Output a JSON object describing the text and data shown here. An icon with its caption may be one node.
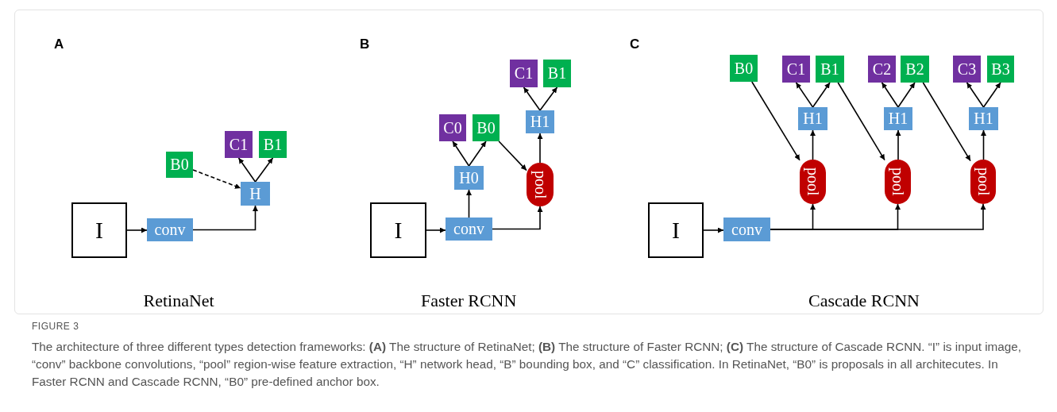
{
  "diagram": {
    "caption": "The architecture of three different types detection frameworks: **(A)** The structure of RetinaNet; **(B)** The structure of Faster RCNN; **(C)** The structure of Cascade RCNN. “I” is input image, “conv” backbone convolutions, “pool” region-wise feature extraction, “H” network head, “B” bounding box, and “C” classification. In RetinaNet, “B0” is proposals in all architecutes. In Faster RCNN and Cascade RCNN, “B0” pre-defined anchor box.",
    "nodes": [
      {
        "text": [
          "I"
        ]
      },
      {
        "text": [
          "conv"
        ]
      },
      {
        "text": [
          "B0"
        ]
      },
      {
        "text": [
          "H"
        ]
      },
      {
        "text": [
          "C1"
        ]
      },
      {
        "text": [
          "B1"
        ]
      },
      {
        "text": [
          "I"
        ]
      },
      {
        "text": [
          "conv"
        ]
      },
      {
        "text": [
          "H0"
        ]
      },
      {
        "text": [
          "C0"
        ]
      },
      {
        "text": [
          "B0"
        ]
      },
      {
        "text": [
          "pool"
        ]
      },
      {
        "text": [
          "H1"
        ]
      },
      {
        "text": [
          "C1"
        ]
      },
      {
        "text": [
          "B1"
        ]
      },
      {
        "text": [
          "I"
        ]
      },
      {
        "text": [
          "conv"
        ]
      },
      {
        "text": [
          "B0"
        ]
      },
      {
        "text": [
          "pool"
        ]
      },
      {
        "text": [
          "H1"
        ]
      },
      {
        "text": [
          "C1"
        ]
      },
      {
        "text": [
          "B1"
        ]
      },
      {
        "text": [
          "pool"
        ]
      },
      {
        "text": [
          "H1"
        ]
      },
      {
        "text": [
          "C2"
        ]
      },
      {
        "text": [
          "B2"
        ]
      },
      {
        "text": [
          "pool"
        ]
      },
      {
        "text": [
          "H1"
        ]
      },
      {
        "text": [
          "C3"
        ]
      },
      {
        "text": [
          "B3"
        ]
      }
    ],
    "edges": [
      {
        "from": 0,
        "to": 1,
        "arrow": "to"
      },
      {
        "from": 1,
        "to": 3,
        "arrow": "to"
      },
      {
        "from": 2,
        "to": 3,
        "arrow": "to",
        "style": "dashed"
      },
      {
        "from": 3,
        "to": 4,
        "arrow": "to"
      },
      {
        "from": 3,
        "to": 5,
        "arrow": "to"
      },
      {
        "from": 6,
        "to": 7,
        "arrow": "to"
      },
      {
        "from": 7,
        "to": 8,
        "arrow": "to"
      },
      {
        "from": 7,
        "to": 11,
        "arrow": "to"
      },
      {
        "from": 8,
        "to": 9,
        "arrow": "to"
      },
      {
        "from": 8,
        "to": 10,
        "arrow": "to"
      },
      {
        "from": 10,
        "to": 11,
        "arrow": "to"
      },
      {
        "from": 11,
        "to": 12,
        "arrow": "to"
      },
      {
        "from": 12,
        "to": 13,
        "arrow": "to"
      },
      {
        "from": 12,
        "to": 14,
        "arrow": "to"
      },
      {
        "from": 15,
        "to": 16,
        "arrow": "to"
      },
      {
        "from": 16,
        "to": 18,
        "arrow": "to"
      },
      {
        "from": 16,
        "to": 22,
        "arrow": "to"
      },
      {
        "from": 16,
        "to": 26,
        "arrow": "to"
      },
      {
        "from": 17,
        "to": 18,
        "arrow": "to"
      },
      {
        "from": 18,
        "to": 19,
        "arrow": "to"
      },
      {
        "from": 19,
        "to": 20,
        "arrow": "to"
      },
      {
        "from": 19,
        "to": 21,
        "arrow": "to"
      },
      {
        "from": 21,
        "to": 22,
        "arrow": "to"
      },
      {
        "from": 22,
        "to": 23,
        "arrow": "to"
      },
      {
        "from": 23,
        "to": 24,
        "arrow": "to"
      },
      {
        "from": 23,
        "to": 25,
        "arrow": "to"
      },
      {
        "from": 25,
        "to": 26,
        "arrow": "to"
      },
      {
        "from": 26,
        "to": 27,
        "arrow": "to"
      },
      {
        "from": 27,
        "to": 28,
        "arrow": "to"
      },
      {
        "from": 27,
        "to": 29,
        "arrow": "to"
      }
    ],
    "labels": [
      "A",
      "B",
      "C",
      "RetinaNet",
      "Faster RCNN",
      "Cascade RCNN",
      "FIGURE 3"
    ]
  }
}
